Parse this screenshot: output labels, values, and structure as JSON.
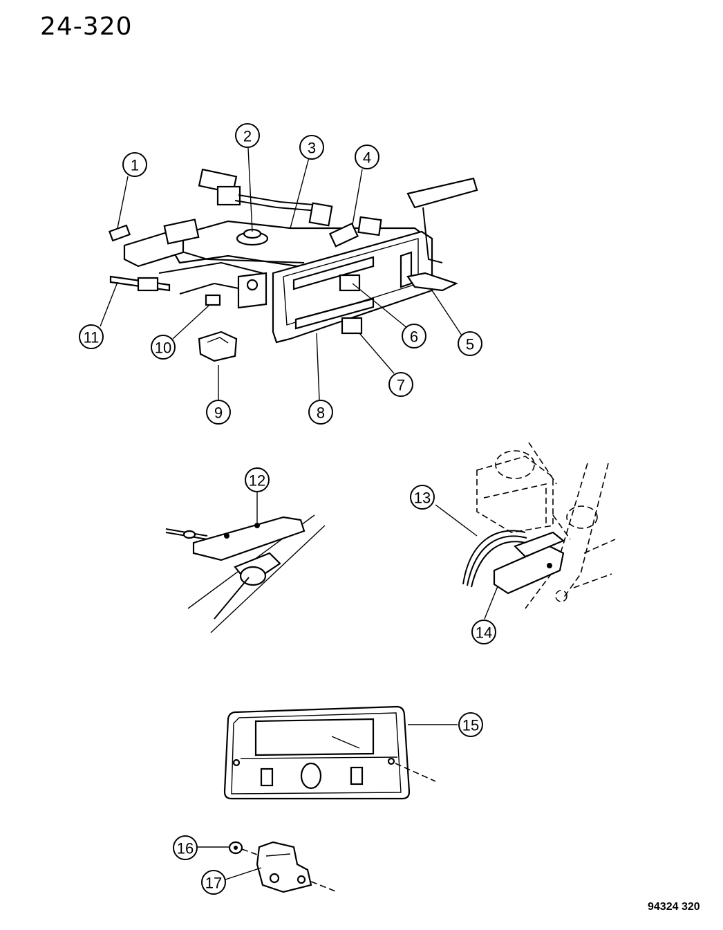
{
  "page": {
    "number": "24-320",
    "figure_code": "94324  320"
  },
  "callouts": [
    {
      "id": "1",
      "label": "1"
    },
    {
      "id": "2",
      "label": "2"
    },
    {
      "id": "3",
      "label": "3"
    },
    {
      "id": "4",
      "label": "4"
    },
    {
      "id": "5",
      "label": "5"
    },
    {
      "id": "6",
      "label": "6"
    },
    {
      "id": "7",
      "label": "7"
    },
    {
      "id": "8",
      "label": "8"
    },
    {
      "id": "9",
      "label": "9"
    },
    {
      "id": "10",
      "label": "10"
    },
    {
      "id": "11",
      "label": "11"
    },
    {
      "id": "12",
      "label": "12"
    },
    {
      "id": "13",
      "label": "13"
    },
    {
      "id": "14",
      "label": "14"
    },
    {
      "id": "15",
      "label": "15"
    },
    {
      "id": "16",
      "label": "16"
    },
    {
      "id": "17",
      "label": "17"
    }
  ]
}
